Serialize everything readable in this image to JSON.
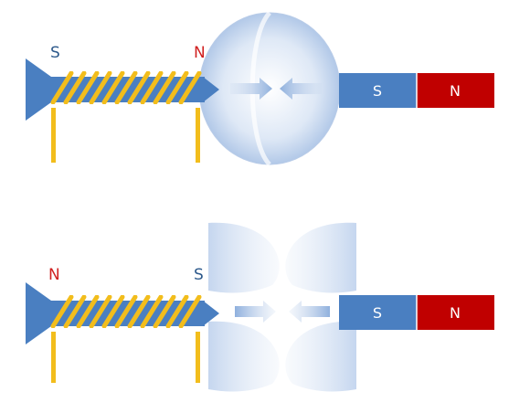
{
  "colors": {
    "blue": "#4a7fc1",
    "blue_light": "#c7d7ef",
    "red": "#c00000",
    "coil": "#f2bd1c",
    "wire": "#f2bd1c",
    "label_blue": "#2e5a8c",
    "label_red": "#d02020"
  },
  "top": {
    "left_pole": "S",
    "right_pole": "N",
    "left_pole_color": "#2e5a8c",
    "right_pole_color": "#d02020",
    "magnet": {
      "left": "S",
      "right": "N"
    },
    "field": "attract"
  },
  "bottom": {
    "left_pole": "N",
    "right_pole": "S",
    "left_pole_color": "#d02020",
    "right_pole_color": "#2e5a8c",
    "magnet": {
      "left": "S",
      "right": "N"
    },
    "field": "repel"
  }
}
